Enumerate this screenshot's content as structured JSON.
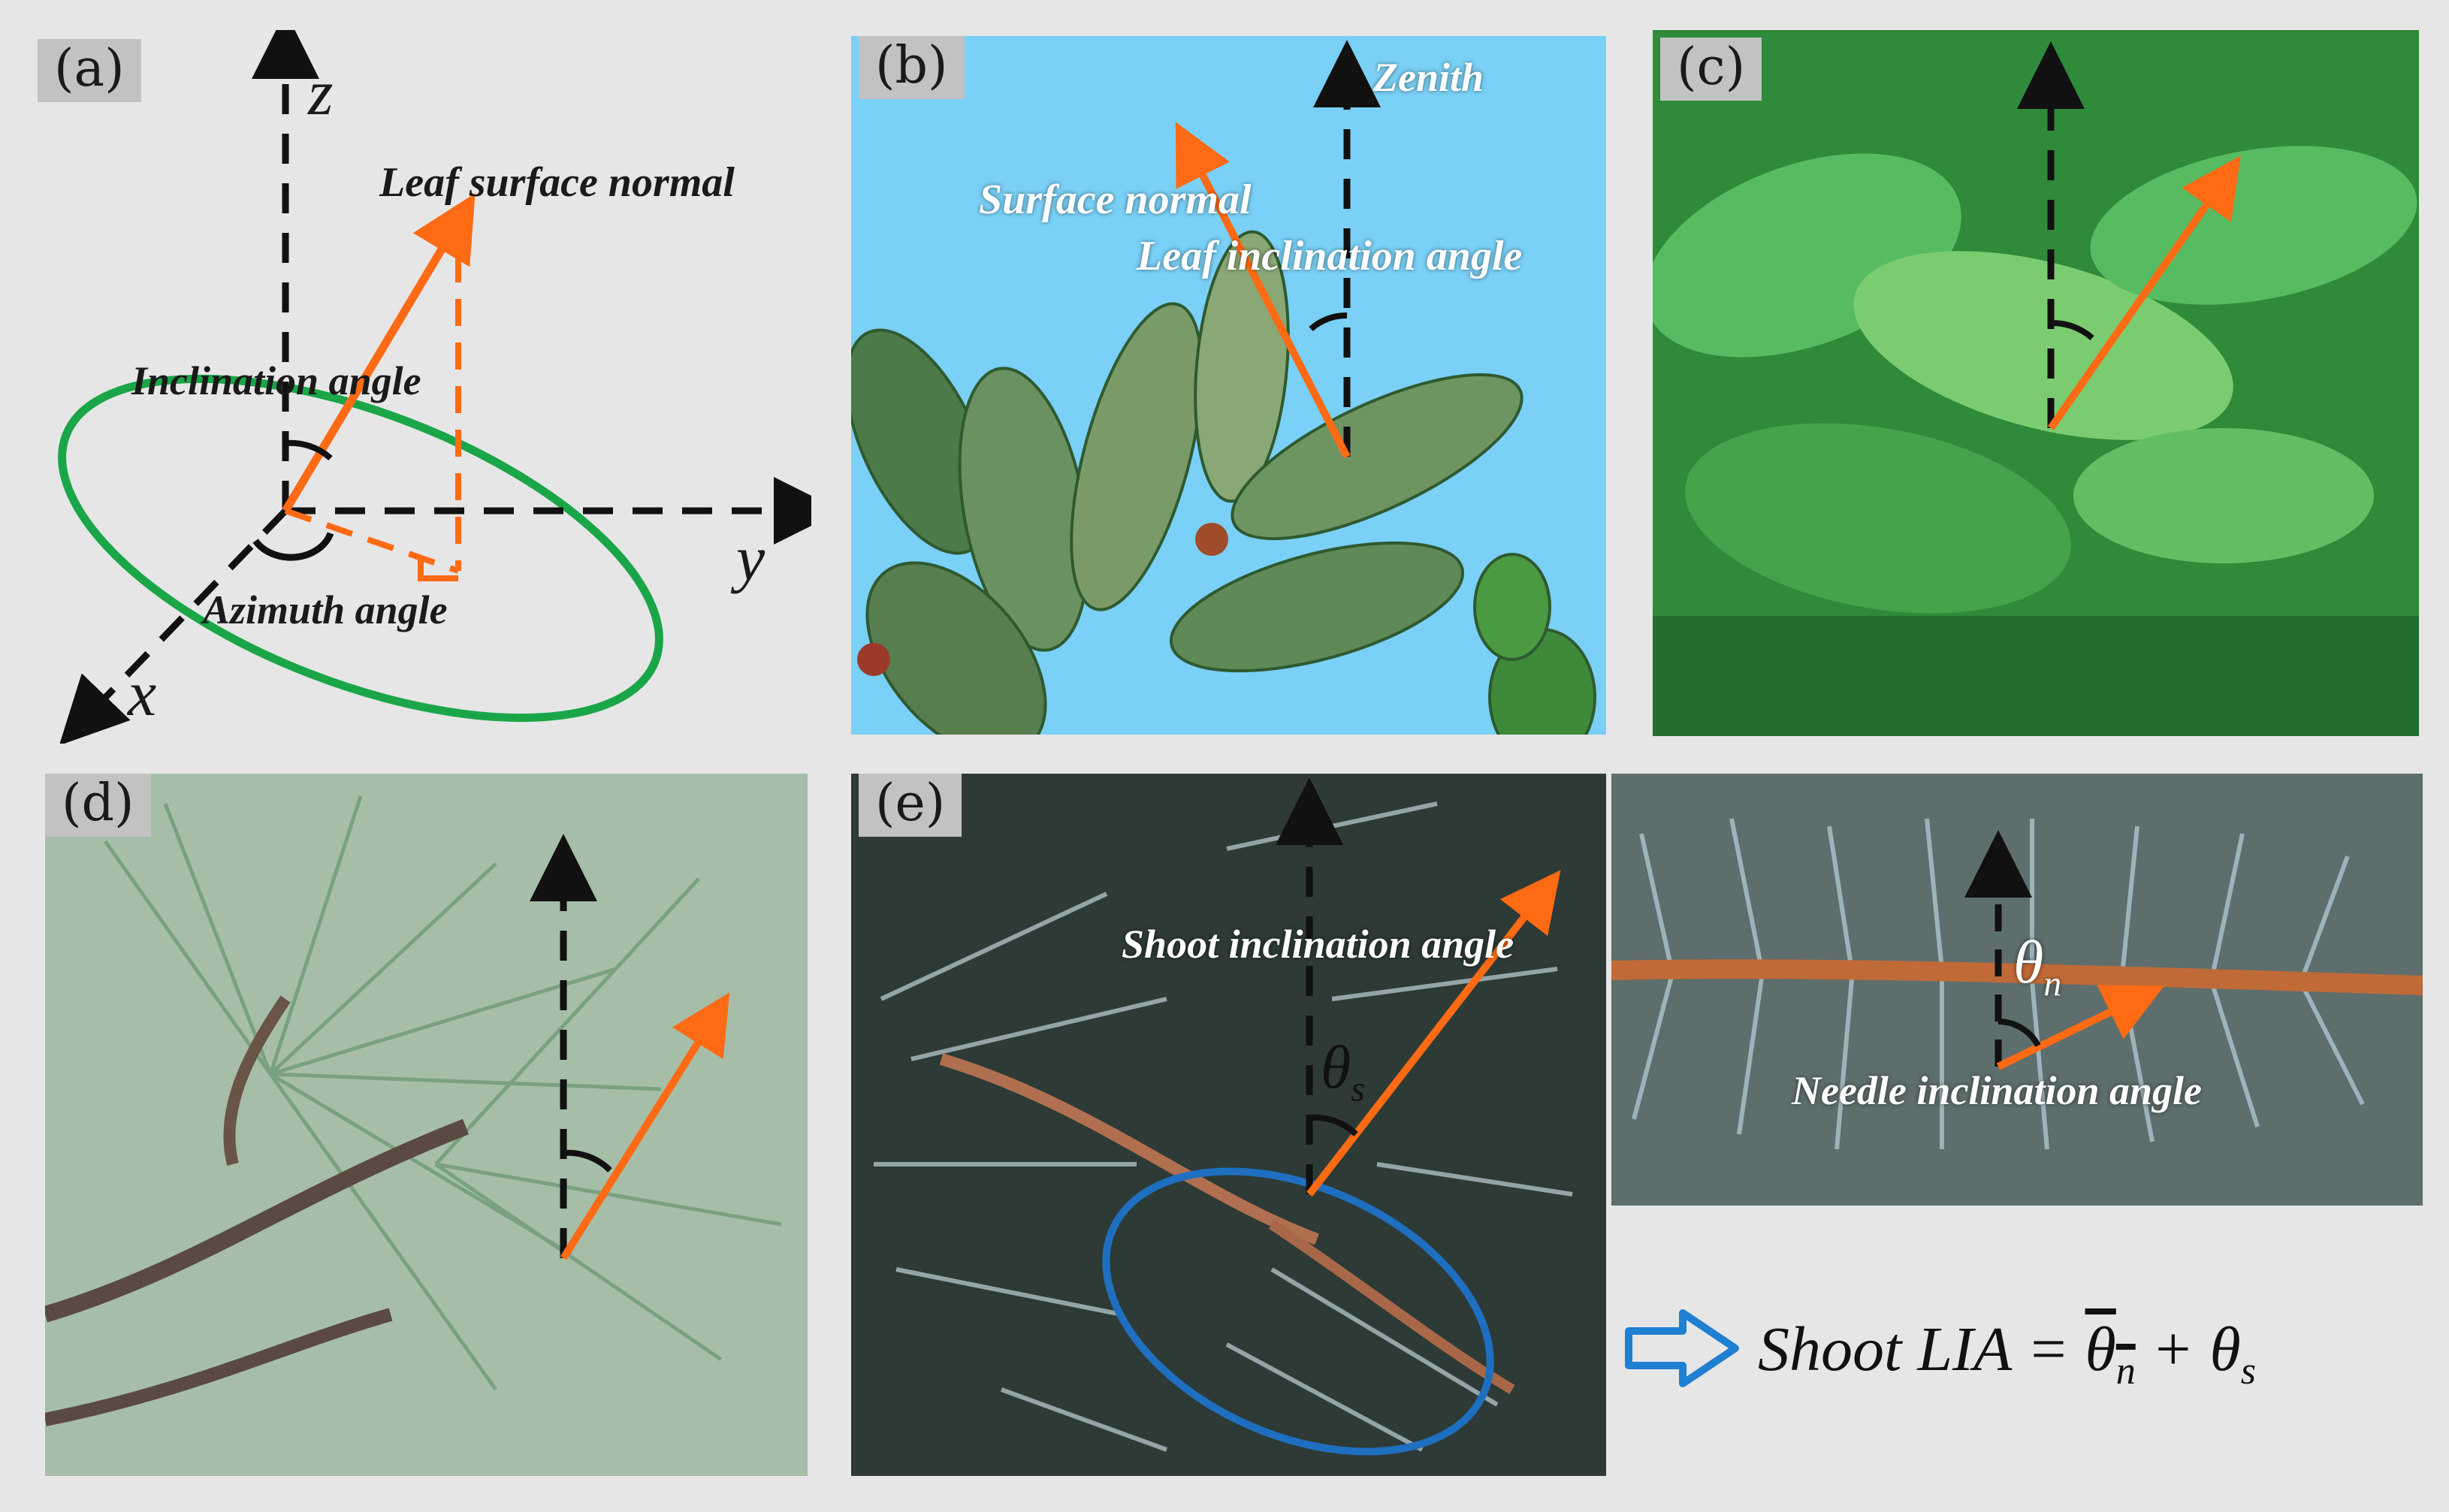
{
  "colors": {
    "arrow": "#ff6a14",
    "ellipse_a": "#1aa648",
    "ellipse_e": "#1f6fc0",
    "sky": "#7ad0f6",
    "hollow_arrow": "#1f7fd0"
  },
  "panels": {
    "a": {
      "tag": "(a)",
      "axis_z": "z",
      "axis_y": "y",
      "axis_x": "x",
      "leaf_surface_normal": "Leaf surface normal",
      "inclination_angle": "Inclination angle",
      "azimuth_angle": "Azimuth angle"
    },
    "b": {
      "tag": "(b)",
      "zenith": "Zenith",
      "surface_normal": "Surface normal",
      "leaf_inclination_angle": "Leaf inclination angle"
    },
    "c": {
      "tag": "(c)"
    },
    "d": {
      "tag": "(d)"
    },
    "e": {
      "tag": "(e)",
      "shoot_inclination_angle": "Shoot inclination angle",
      "theta_s_base": "θ",
      "theta_s_sub": "s",
      "theta_n_base": "θ",
      "theta_n_sub": "n",
      "needle_inclination_angle": "Needle inclination angle"
    }
  },
  "formula": {
    "lhs": "Shoot LIA = ",
    "theta": "θ",
    "sub_n": "n",
    "plus": " + θ",
    "sub_s": "s"
  }
}
